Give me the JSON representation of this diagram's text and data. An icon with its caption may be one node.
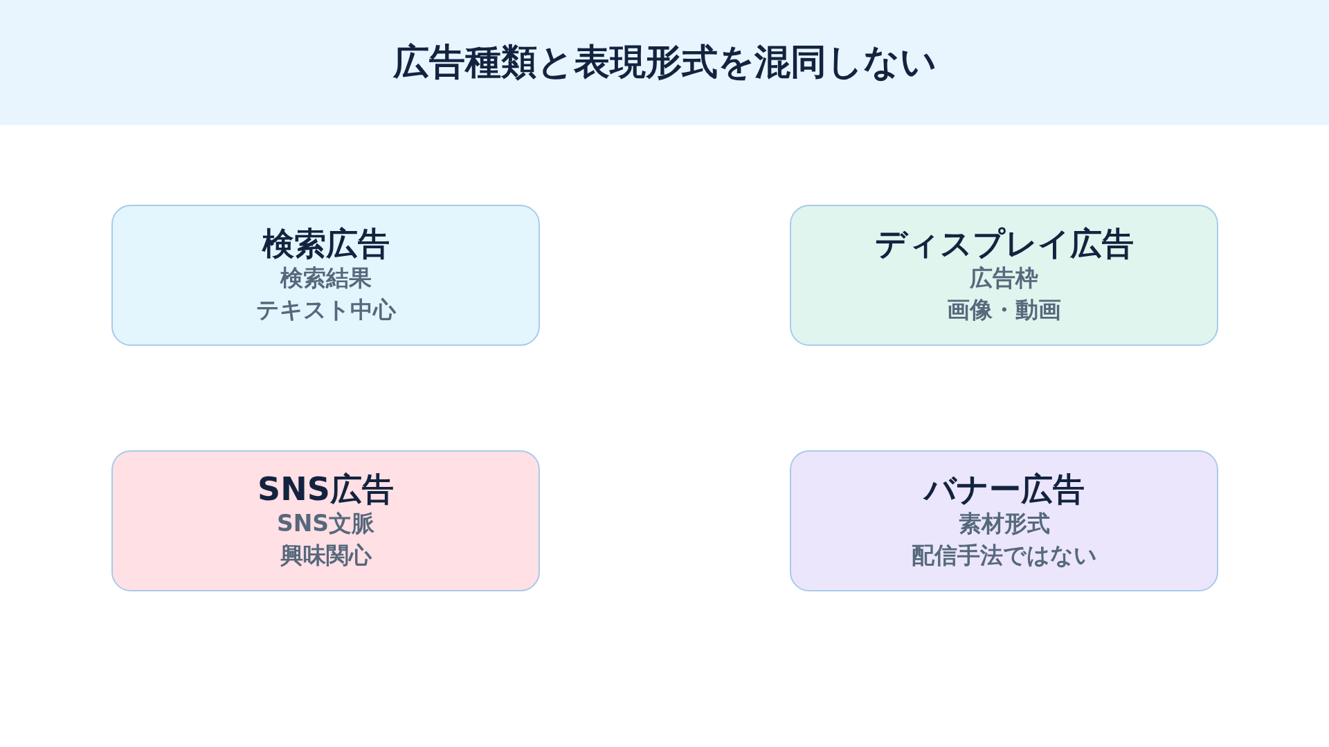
{
  "diagram": {
    "title": "広告種類と表現形式を混同しない",
    "nodes": [
      {
        "text": [
          "検索広告",
          "検索結果",
          "テキスト中心"
        ]
      },
      {
        "text": [
          "ディスプレイ広告",
          "広告枠",
          "画像・動画"
        ]
      },
      {
        "text": [
          "SNS広告",
          "SNS文脈",
          "興味関心"
        ]
      },
      {
        "text": [
          "バナー広告",
          "素材形式",
          "配信手法ではない"
        ]
      }
    ]
  }
}
